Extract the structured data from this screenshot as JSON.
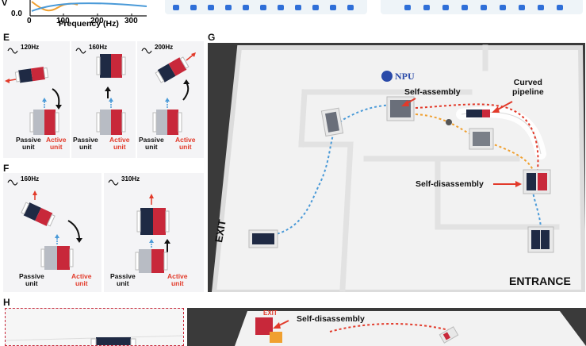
{
  "top_chart": {
    "ylabel_fragment": "V",
    "y_tick": "0.0",
    "x_ticks": [
      "0",
      "100",
      "200",
      "300"
    ],
    "xlabel": "Frequency (Hz)"
  },
  "panels": {
    "E": {
      "letter": "E",
      "frames": [
        {
          "freq": "120Hz",
          "passive": "Passive\nunit",
          "active": "Active\nunit"
        },
        {
          "freq": "160Hz",
          "passive": "Passive\nunit",
          "active": "Active\nunit"
        },
        {
          "freq": "200Hz",
          "passive": "Passive\nunit",
          "active": "Active\nunit"
        }
      ]
    },
    "F": {
      "letter": "F",
      "frames": [
        {
          "freq": "160Hz",
          "passive": "Passive\nunit",
          "active": "Active\nunit"
        },
        {
          "freq": "310Hz",
          "passive": "Passive\nunit",
          "active": "Active\nunit"
        }
      ]
    },
    "G": {
      "letter": "G",
      "logo": "NPU",
      "self_assembly": "Self-assembly",
      "curved_pipeline": "Curved\npipeline",
      "self_disassembly": "Self-disassembly",
      "exit": "EXIT",
      "entrance": "ENTRANCE"
    },
    "H": {
      "letter": "H",
      "exit": "EXIT",
      "self_disassembly": "Self-disassembly"
    }
  },
  "colors": {
    "active_red": "#c8283a",
    "passive_dark": "#1f2a44",
    "arrow_red": "#e23a2a",
    "path_blue": "#4a9ad8",
    "path_orange": "#f0a030",
    "maze_bg": "#3a3a3a",
    "maze_white": "#f2f2f2"
  }
}
